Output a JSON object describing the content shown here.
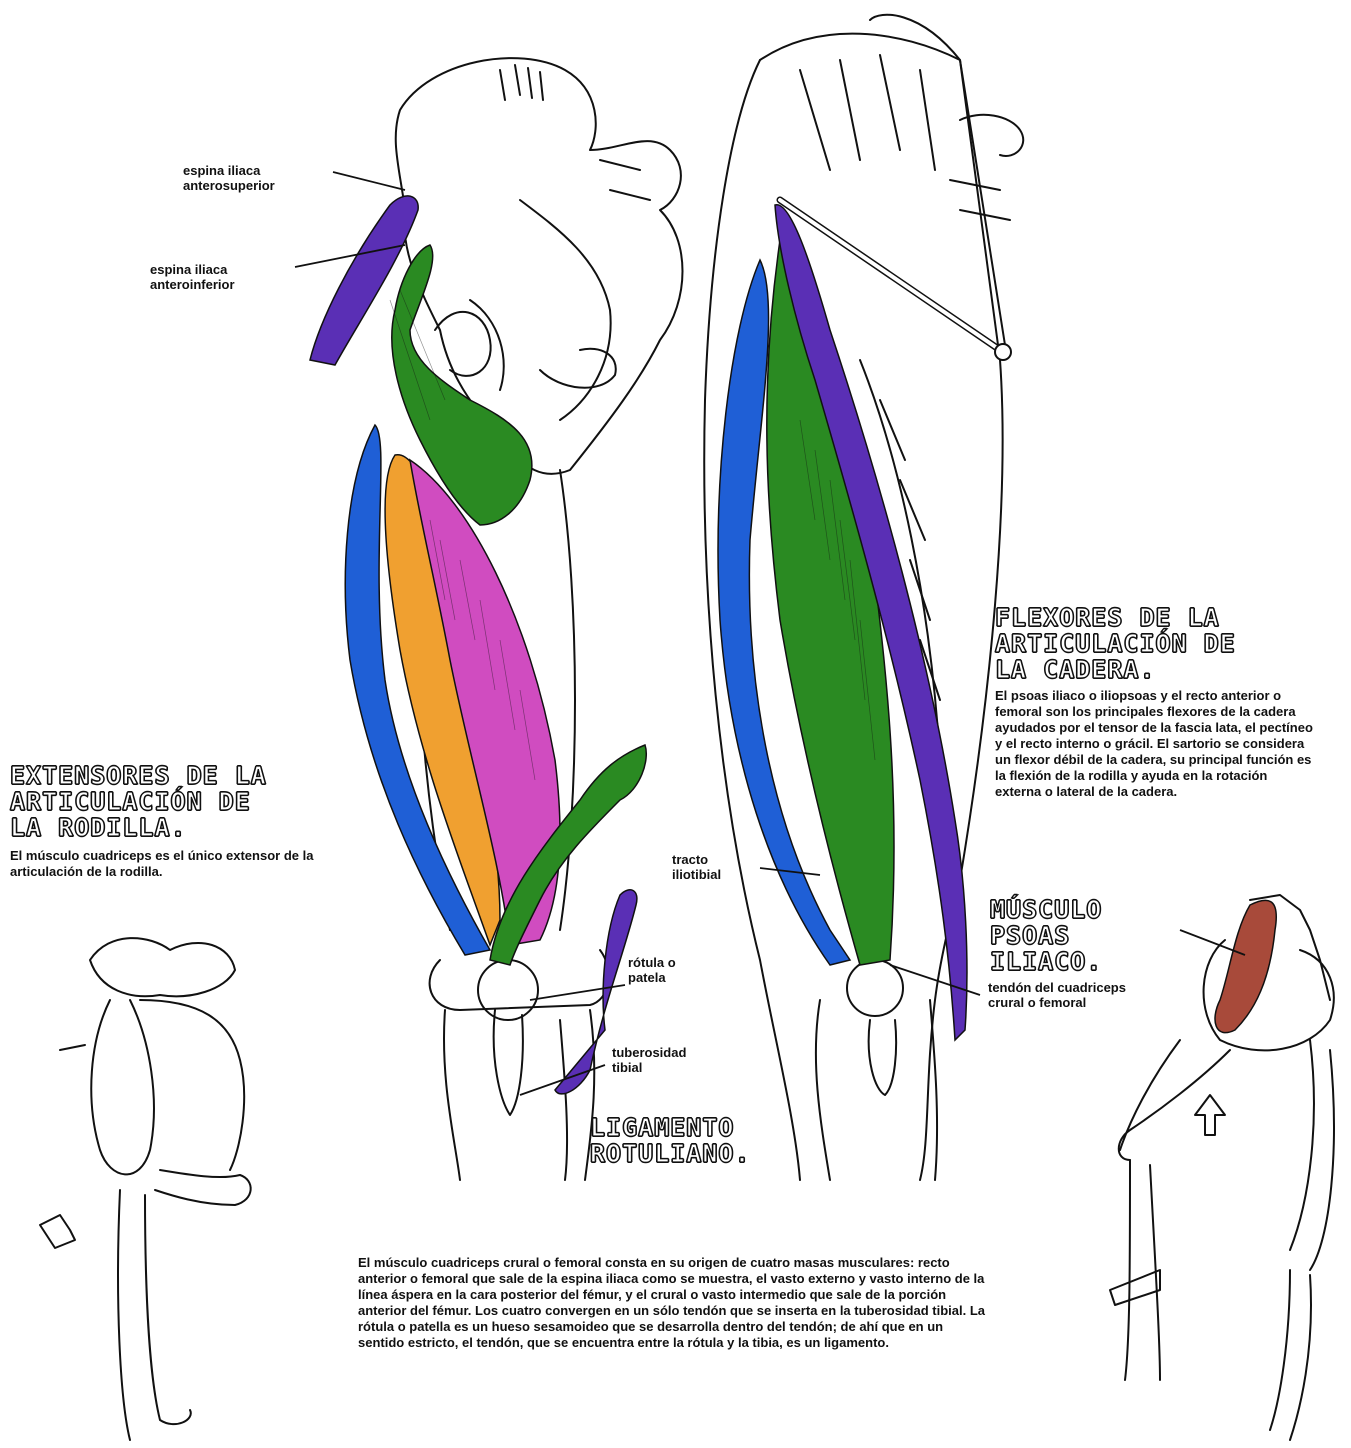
{
  "labels": {
    "espina_anterosuperior": "espina iliaca anterosuperior",
    "espina_anteroinferior": "espina iliaca anteroinferior",
    "tracto": "tracto iliotibial",
    "rotula": "rótula o patela",
    "tuberosidad": "tuberosidad tibial",
    "tendon": "tendón del cuadriceps crural o femoral"
  },
  "titles": {
    "extensores": "EXTENSORES DE LA ARTICULACIÓN DE LA RODILLA.",
    "flexores": "FLEXORES DE LA ARTICULACIÓN DE LA CADERA.",
    "ligamento": "LIGAMENTO ROTULIANO.",
    "musculo": "MÚSCULO PSOAS ILIACO."
  },
  "paragraphs": {
    "extensores": "El músculo cuadriceps es el único extensor de la articulación de la rodilla.",
    "flexores": "El psoas iliaco o iliopsoas y el recto anterior o femoral son los principales flexores de la cadera ayudados por el tensor de la fascia lata, el pectíneo y el recto interno o grácil. El sartorio se considera un flexor débil de la cadera, su principal función es la flexión de la rodilla y ayuda en la rotación externa o lateral de la cadera.",
    "cuadriceps": "El músculo cuadriceps crural o femoral consta en su origen de cuatro masas musculares: recto anterior o femoral que sale de la espina iliaca como se muestra, el vasto externo y vasto interno de la línea áspera en la cara posterior del fémur, y el crural o vasto intermedio que sale de la porción anterior del fémur. Los cuatro convergen en un sólo tendón que se inserta en la tuberosidad tibial. La rótula o patella es un hueso sesamoideo que se desarrolla dentro del tendón; de ahí que en un sentido estricto, el tendón, que se encuentra entre la rótula y la tibia, es un ligamento."
  },
  "colors": {
    "sartorius": "#5a2fb5",
    "rectus_femoris": "#2a8a22",
    "vastus_lateralis": "#1f5fd6",
    "vastus_intermedius": "#f0a030",
    "vastus_medialis": "#d04cc0",
    "psoas": "#a84a3a",
    "outline": "#111111"
  }
}
